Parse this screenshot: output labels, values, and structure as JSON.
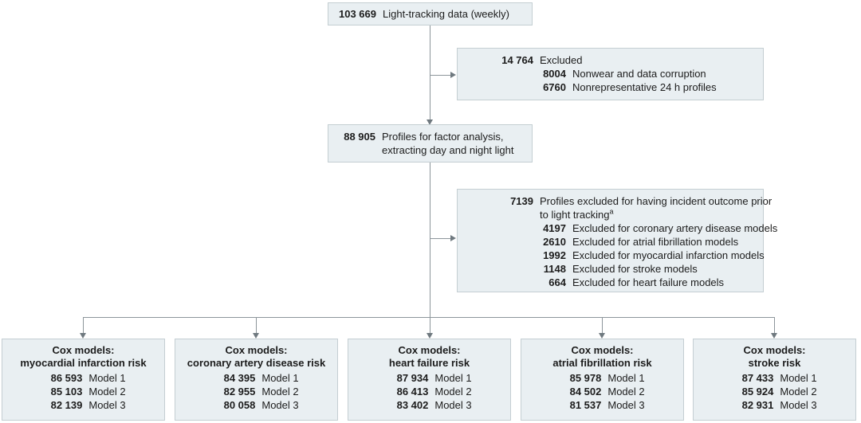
{
  "colors": {
    "box_fill": "#e9eff2",
    "box_border": "#c4ced2",
    "connector_line": "#8d969b",
    "arrowhead": "#6f797f",
    "text": "#1c1c1c"
  },
  "flow": {
    "top_box": {
      "number": "103 669",
      "label": "Light-tracking data (weekly)"
    },
    "excluded_box": {
      "main": {
        "number": "14 764",
        "label": "Excluded"
      },
      "items": [
        {
          "number": "8004",
          "label": "Nonwear and data corruption"
        },
        {
          "number": "6760",
          "label": "Nonrepresentative 24 h profiles"
        }
      ]
    },
    "factor_box": {
      "number": "88 905",
      "label_line1": "Profiles for factor analysis,",
      "label_line2": "extracting day and night light"
    },
    "outcome_box": {
      "main": {
        "number": "7139",
        "label_line1": "Profiles excluded for having incident outcome prior",
        "label_line2": "to light tracking",
        "footnote_marker": "a"
      },
      "items": [
        {
          "number": "4197",
          "label": "Excluded for coronary artery disease models"
        },
        {
          "number": "2610",
          "label": "Excluded for atrial fibrillation models"
        },
        {
          "number": "1992",
          "label": "Excluded for myocardial infarction models"
        },
        {
          "number": "1148",
          "label": "Excluded for stroke models"
        },
        {
          "number": "664",
          "label": "Excluded for heart failure models"
        }
      ]
    },
    "cox_boxes": [
      {
        "title_line1": "Cox models:",
        "title_line2": "myocardial infarction risk",
        "models": [
          {
            "number": "86 593",
            "label": "Model 1"
          },
          {
            "number": "85 103",
            "label": "Model 2"
          },
          {
            "number": "82 139",
            "label": "Model 3"
          }
        ]
      },
      {
        "title_line1": "Cox models:",
        "title_line2": "coronary artery disease risk",
        "models": [
          {
            "number": "84 395",
            "label": "Model 1"
          },
          {
            "number": "82 955",
            "label": "Model 2"
          },
          {
            "number": "80 058",
            "label": "Model 3"
          }
        ]
      },
      {
        "title_line1": "Cox models:",
        "title_line2": "heart failure risk",
        "models": [
          {
            "number": "87 934",
            "label": "Model 1"
          },
          {
            "number": "86 413",
            "label": "Model 2"
          },
          {
            "number": "83 402",
            "label": "Model 3"
          }
        ]
      },
      {
        "title_line1": "Cox models:",
        "title_line2": "atrial fibrillation risk",
        "models": [
          {
            "number": "85 978",
            "label": "Model 1"
          },
          {
            "number": "84 502",
            "label": "Model 2"
          },
          {
            "number": "81 537",
            "label": "Model 3"
          }
        ]
      },
      {
        "title_line1": "Cox models:",
        "title_line2": "stroke risk",
        "models": [
          {
            "number": "87 433",
            "label": "Model 1"
          },
          {
            "number": "85 924",
            "label": "Model 2"
          },
          {
            "number": "82 931",
            "label": "Model 3"
          }
        ]
      }
    ]
  }
}
